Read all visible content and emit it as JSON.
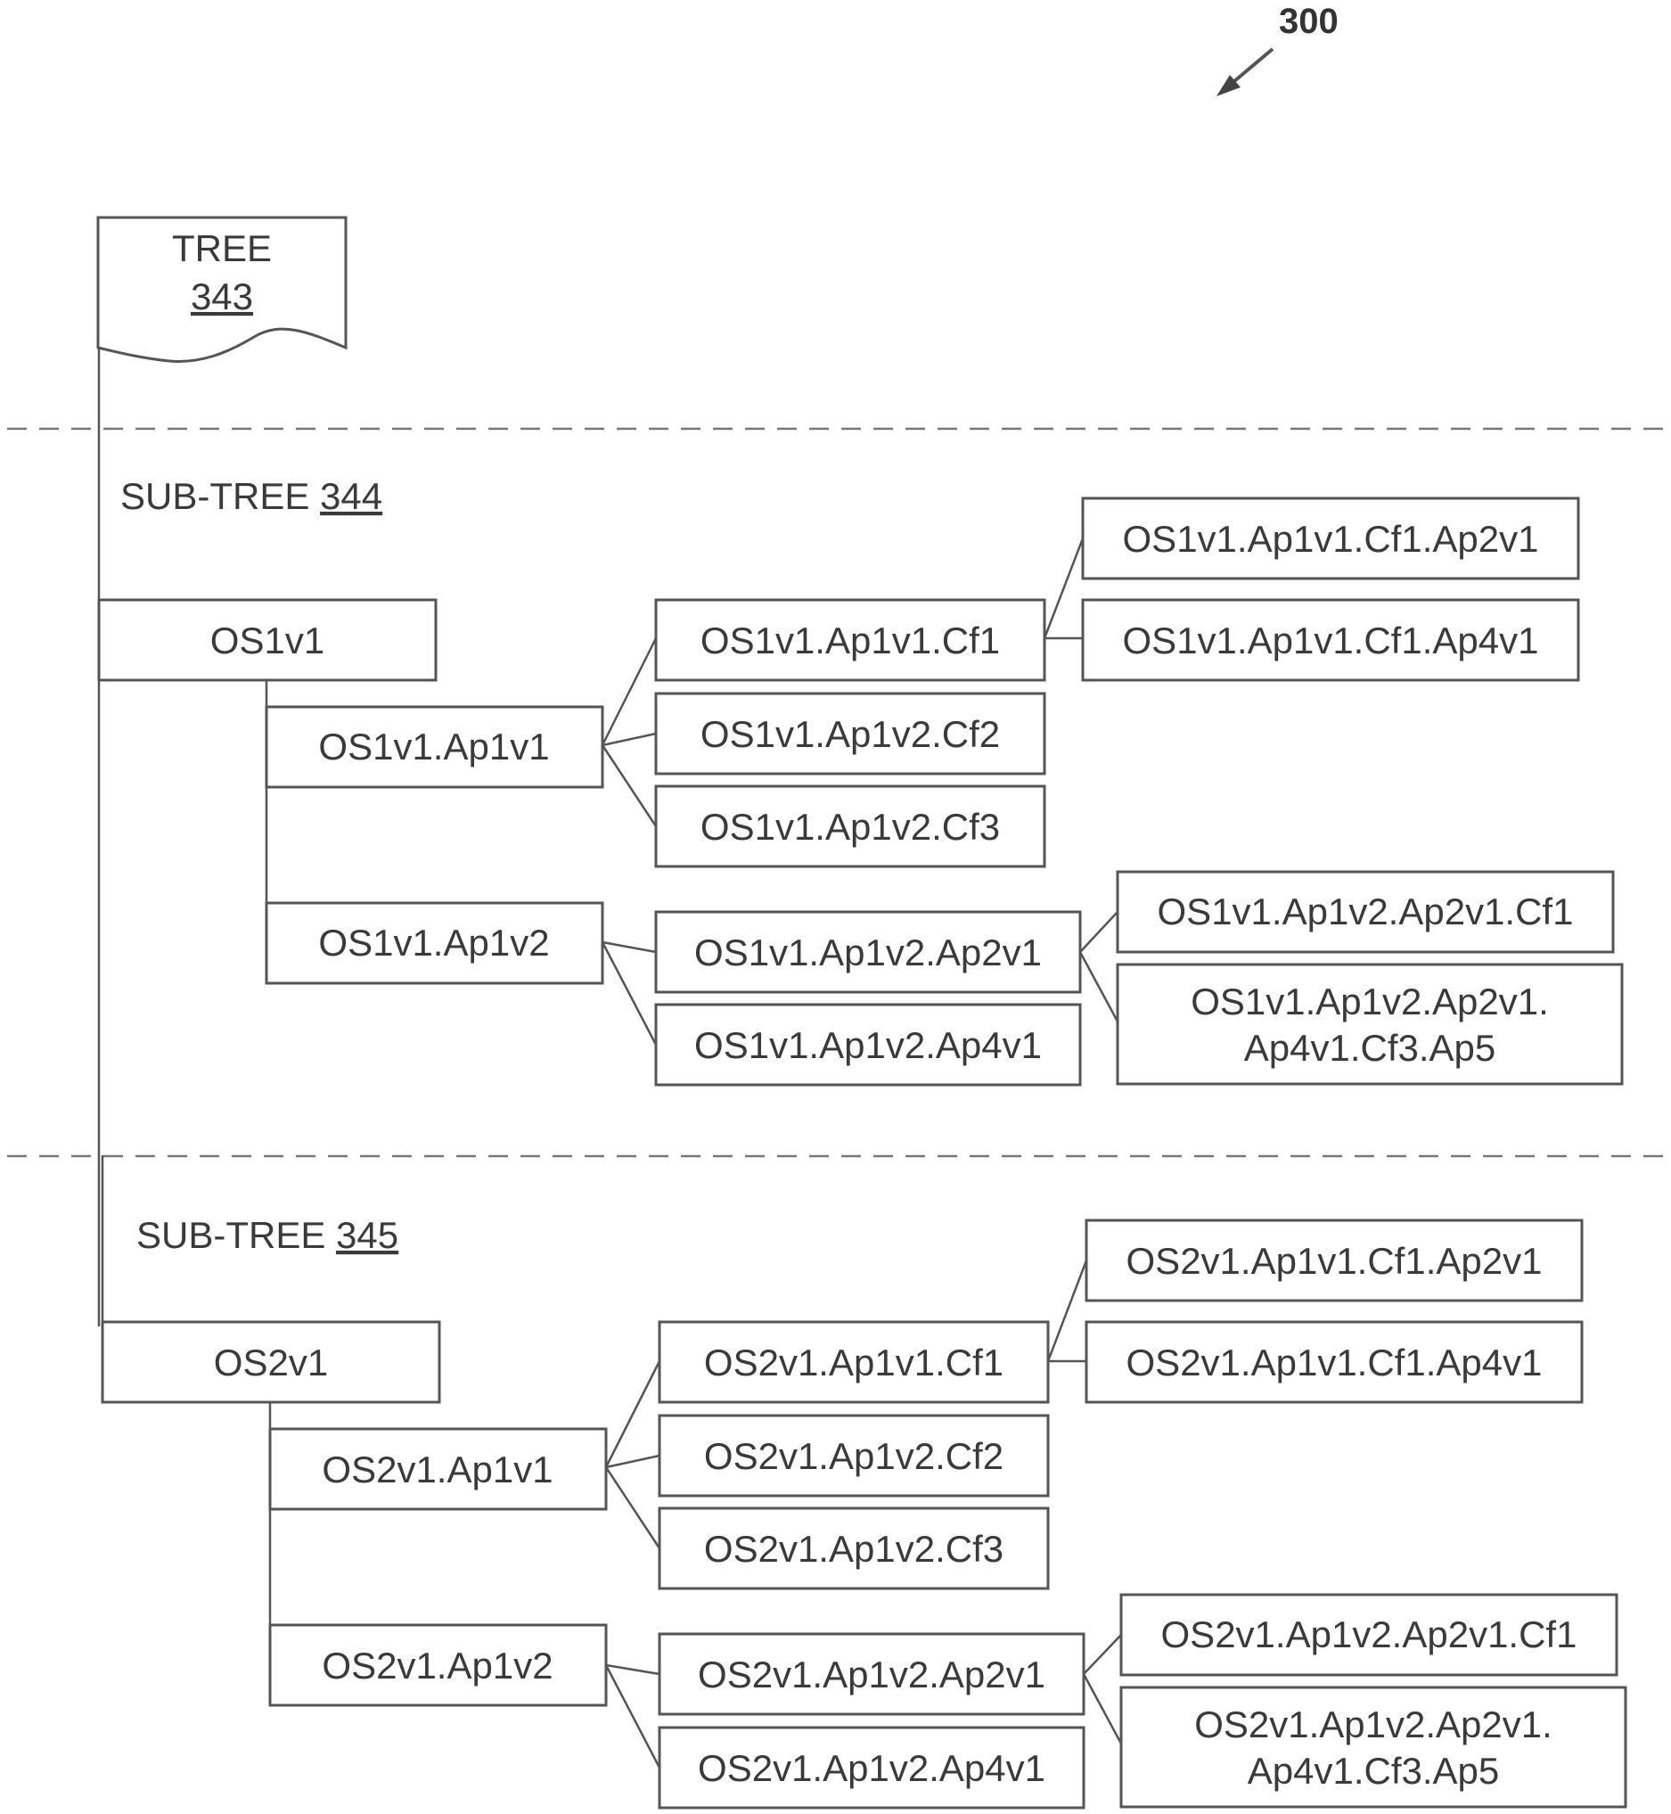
{
  "figure": {
    "number": "300"
  },
  "tree": {
    "label": "TREE",
    "ref": "343"
  },
  "subtrees": [
    {
      "label": "SUB-TREE",
      "ref": "344",
      "root": "OS1v1",
      "branches": [
        {
          "label": "OS1v1.Ap1v1",
          "children": [
            {
              "label": "OS1v1.Ap1v1.Cf1",
              "children": [
                "OS1v1.Ap1v1.Cf1.Ap2v1",
                "OS1v1.Ap1v1.Cf1.Ap4v1"
              ]
            },
            {
              "label": "OS1v1.Ap1v2.Cf2",
              "children": []
            },
            {
              "label": "OS1v1.Ap1v2.Cf3",
              "children": []
            }
          ]
        },
        {
          "label": "OS1v1.Ap1v2",
          "children": [
            {
              "label": "OS1v1.Ap1v2.Ap2v1",
              "children": [
                "OS1v1.Ap1v2.Ap2v1.Cf1",
                "OS1v1.Ap1v2.Ap2v1.\nAp4v1.Cf3.Ap5"
              ]
            },
            {
              "label": "OS1v1.Ap1v2.Ap4v1",
              "children": []
            }
          ]
        }
      ]
    },
    {
      "label": "SUB-TREE",
      "ref": "345",
      "root": "OS2v1",
      "branches": [
        {
          "label": "OS2v1.Ap1v1",
          "children": [
            {
              "label": "OS2v1.Ap1v1.Cf1",
              "children": [
                "OS2v1.Ap1v1.Cf1.Ap2v1",
                "OS2v1.Ap1v1.Cf1.Ap4v1"
              ]
            },
            {
              "label": "OS2v1.Ap1v2.Cf2",
              "children": []
            },
            {
              "label": "OS2v1.Ap1v2.Cf3",
              "children": []
            }
          ]
        },
        {
          "label": "OS2v1.Ap1v2",
          "children": [
            {
              "label": "OS2v1.Ap1v2.Ap2v1",
              "children": [
                "OS2v1.Ap1v2.Ap2v1.Cf1",
                "OS2v1.Ap1v2.Ap2v1.\nAp4v1.Cf3.Ap5"
              ]
            },
            {
              "label": "OS2v1.Ap1v2.Ap4v1",
              "children": []
            }
          ]
        }
      ]
    }
  ]
}
